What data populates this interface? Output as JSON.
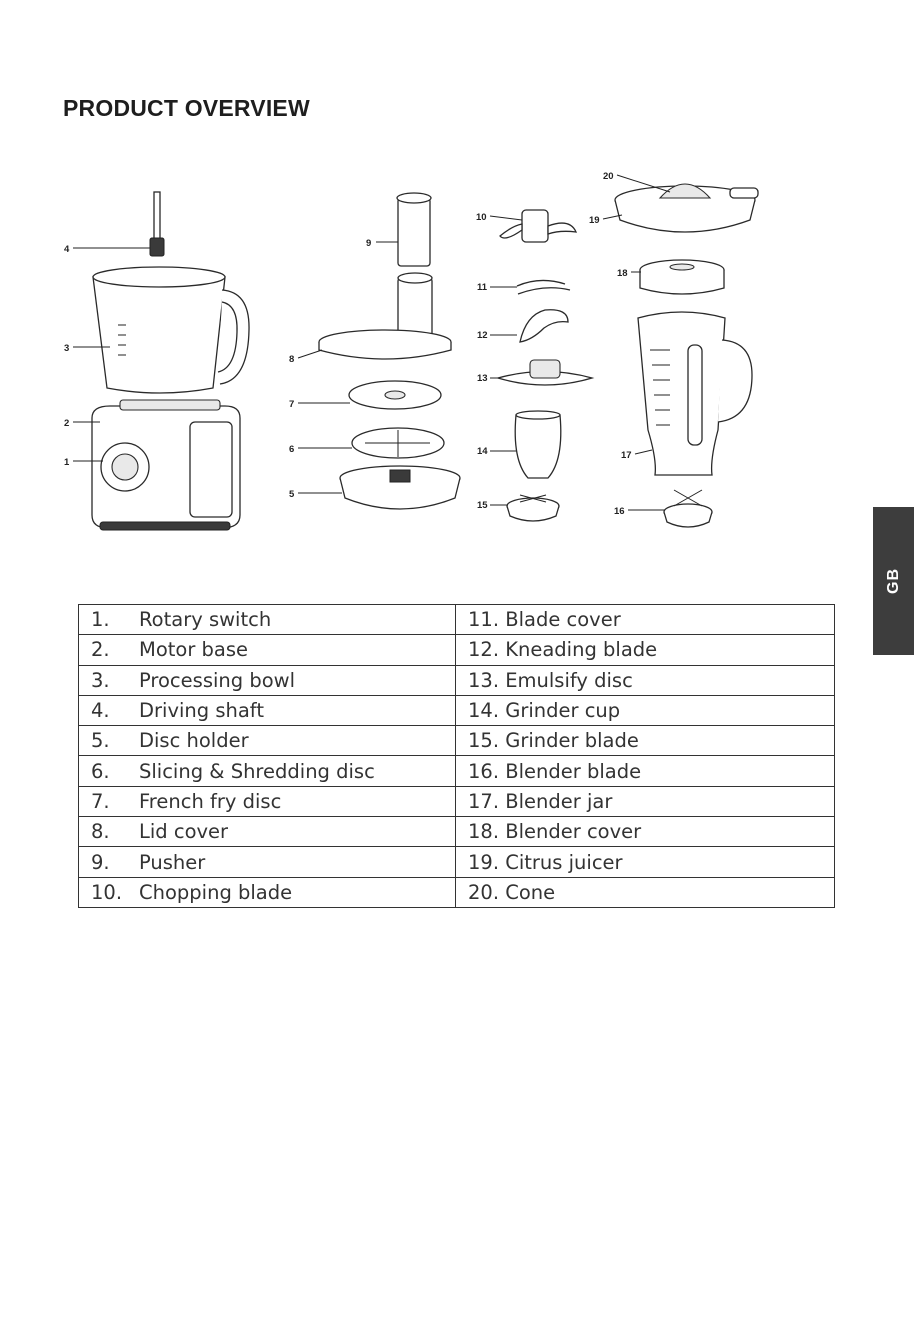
{
  "page": {
    "title": "PRODUCT OVERVIEW",
    "side_tab": "GB"
  },
  "diagram": {
    "callouts": [
      "1",
      "2",
      "3",
      "4",
      "5",
      "6",
      "7",
      "8",
      "9",
      "10",
      "11",
      "12",
      "13",
      "14",
      "15",
      "16",
      "17",
      "18",
      "19",
      "20"
    ]
  },
  "parts": {
    "left": [
      {
        "num": "1.",
        "label": "Rotary switch"
      },
      {
        "num": "2.",
        "label": "Motor base"
      },
      {
        "num": "3.",
        "label": "Processing bowl"
      },
      {
        "num": "4.",
        "label": "Driving shaft"
      },
      {
        "num": "5.",
        "label": "Disc holder"
      },
      {
        "num": "6.",
        "label": "Slicing & Shredding disc"
      },
      {
        "num": "7.",
        "label": "French fry disc"
      },
      {
        "num": "8.",
        "label": "Lid cover"
      },
      {
        "num": "9.",
        "label": "Pusher"
      },
      {
        "num": "10.",
        "label": "Chopping blade"
      }
    ],
    "right": [
      "11. Blade cover",
      "12. Kneading blade",
      "13. Emulsify disc",
      "14. Grinder cup",
      "15. Grinder blade",
      "16. Blender blade",
      "17. Blender jar",
      "18. Blender cover",
      "19. Citrus juicer",
      "20. Cone"
    ]
  }
}
